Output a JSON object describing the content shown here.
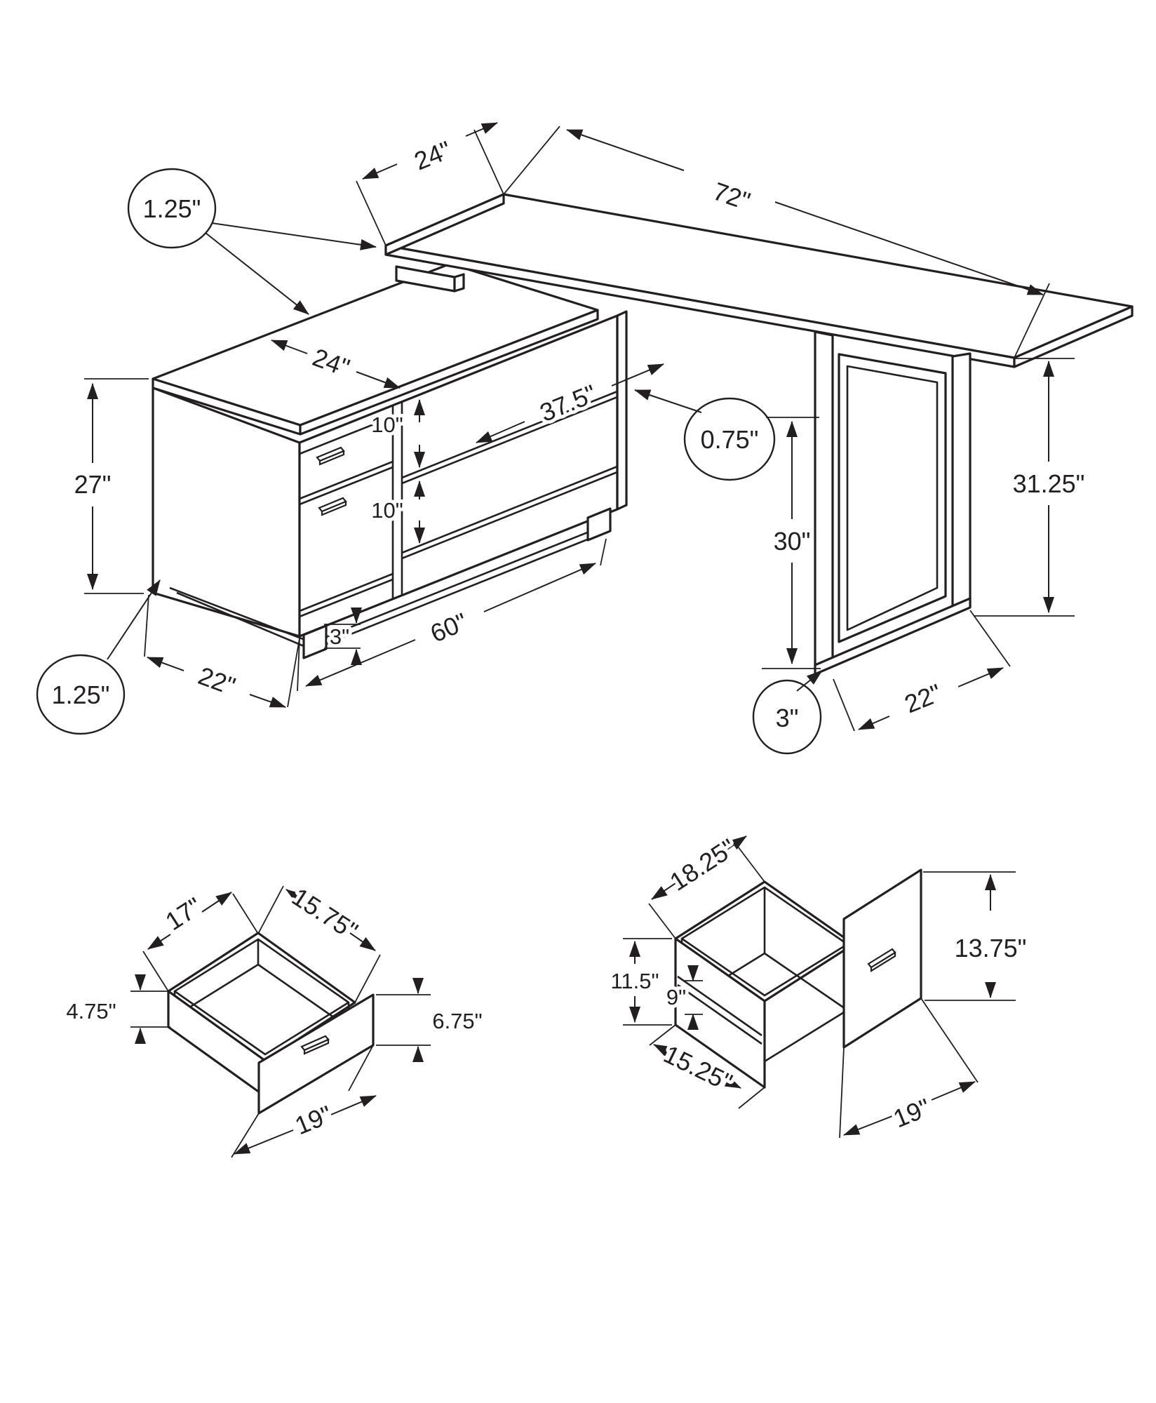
{
  "meta": {
    "type": "furniture-dimension-diagram",
    "subject": "L-shaped computer desk with drawer credenza and two drawer detail views",
    "units": "inches",
    "background_color": "#ffffff",
    "line_color": "#231f20"
  },
  "desk_diagram": {
    "description": "Isometric line drawing of L-shaped desk: 72 inch desktop over metal sled leg, 60 inch credenza return with two drawers and two open shelves",
    "dimensions": {
      "desktop_length": "72\"",
      "desktop_depth": "24\"",
      "desktop_thickness": "1.25\"",
      "return_depth": "24\"",
      "cabinet_height": "27\"",
      "shelf_opening_upper": "10\"",
      "shelf_opening_lower": "10\"",
      "shelf_interior_width": "37.5\"",
      "panel_thickness": "0.75\"",
      "leg_clearance_height": "30\"",
      "overall_height": "31.25\"",
      "cabinet_length": "60\"",
      "foot_height": "3\"",
      "cabinet_depth": "22\"",
      "base_thickness": "1.25\"",
      "leg_foot_height": "3\"",
      "leg_depth": "22\""
    }
  },
  "small_drawer_diagram": {
    "description": "Open top drawer box, bottom-left detail",
    "dimensions": {
      "side_depth": "17\"",
      "inner_width": "15.75\"",
      "side_height": "4.75\"",
      "front_height": "6.75\"",
      "front_width": "19\""
    }
  },
  "large_drawer_diagram": {
    "description": "Open file drawer box with detached front, bottom-right detail",
    "dimensions": {
      "top_width": "18.25\"",
      "side_height": "11.5\"",
      "interior_depth": "9\"",
      "front_height": "13.75\"",
      "bottom_width": "15.25\"",
      "front_width": "19\""
    }
  },
  "labels": [
    {
      "text": "24\""
    },
    {
      "text": "72\""
    },
    {
      "text": "1.25\""
    },
    {
      "text": "24\""
    },
    {
      "text": "27\""
    },
    {
      "text": "10\""
    },
    {
      "text": "37.5\""
    },
    {
      "text": "0.75\""
    },
    {
      "text": "10\""
    },
    {
      "text": "30\""
    },
    {
      "text": "31.25\""
    },
    {
      "text": "60\""
    },
    {
      "text": "3\""
    },
    {
      "text": "22\""
    },
    {
      "text": "1.25\""
    },
    {
      "text": "3\""
    },
    {
      "text": "22\""
    },
    {
      "text": "17\""
    },
    {
      "text": "15.75\""
    },
    {
      "text": "4.75\""
    },
    {
      "text": "6.75\""
    },
    {
      "text": "19\""
    },
    {
      "text": "18.25\""
    },
    {
      "text": "11.5\""
    },
    {
      "text": "9\""
    },
    {
      "text": "15.25\""
    },
    {
      "text": "13.75\""
    },
    {
      "text": "19\""
    }
  ]
}
